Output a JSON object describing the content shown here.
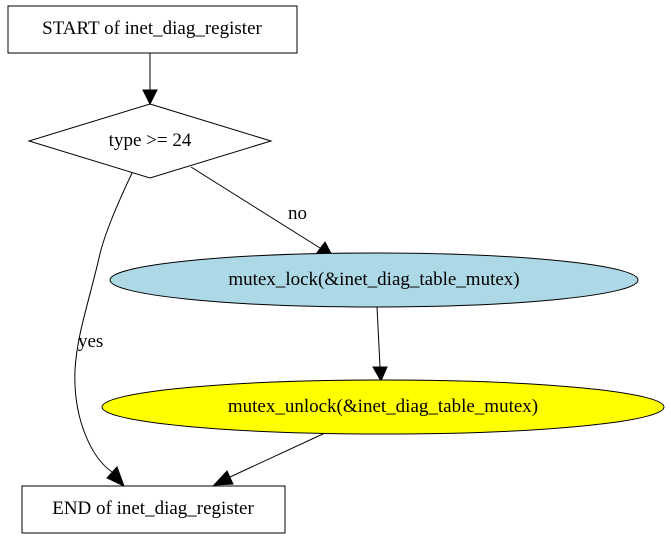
{
  "nodes": {
    "start": {
      "label": "START of inet_diag_register",
      "shape": "box",
      "fill": "#ffffff"
    },
    "decision": {
      "label": "type >= 24",
      "shape": "diamond",
      "fill": "#ffffff"
    },
    "lock": {
      "label": "mutex_lock(&inet_diag_table_mutex)",
      "shape": "ellipse",
      "fill": "#add8e6"
    },
    "unlock": {
      "label": "mutex_unlock(&inet_diag_table_mutex)",
      "shape": "ellipse",
      "fill": "#ffff00"
    },
    "end": {
      "label": "END of inet_diag_register",
      "shape": "box",
      "fill": "#ffffff"
    }
  },
  "edges": {
    "start_to_decision": {
      "from": "start",
      "to": "decision",
      "label": ""
    },
    "decision_to_lock": {
      "from": "decision",
      "to": "lock",
      "label": "no"
    },
    "decision_to_end": {
      "from": "decision",
      "to": "end",
      "label": "yes"
    },
    "lock_to_unlock": {
      "from": "lock",
      "to": "unlock",
      "label": ""
    },
    "unlock_to_end": {
      "from": "unlock",
      "to": "end",
      "label": ""
    }
  }
}
